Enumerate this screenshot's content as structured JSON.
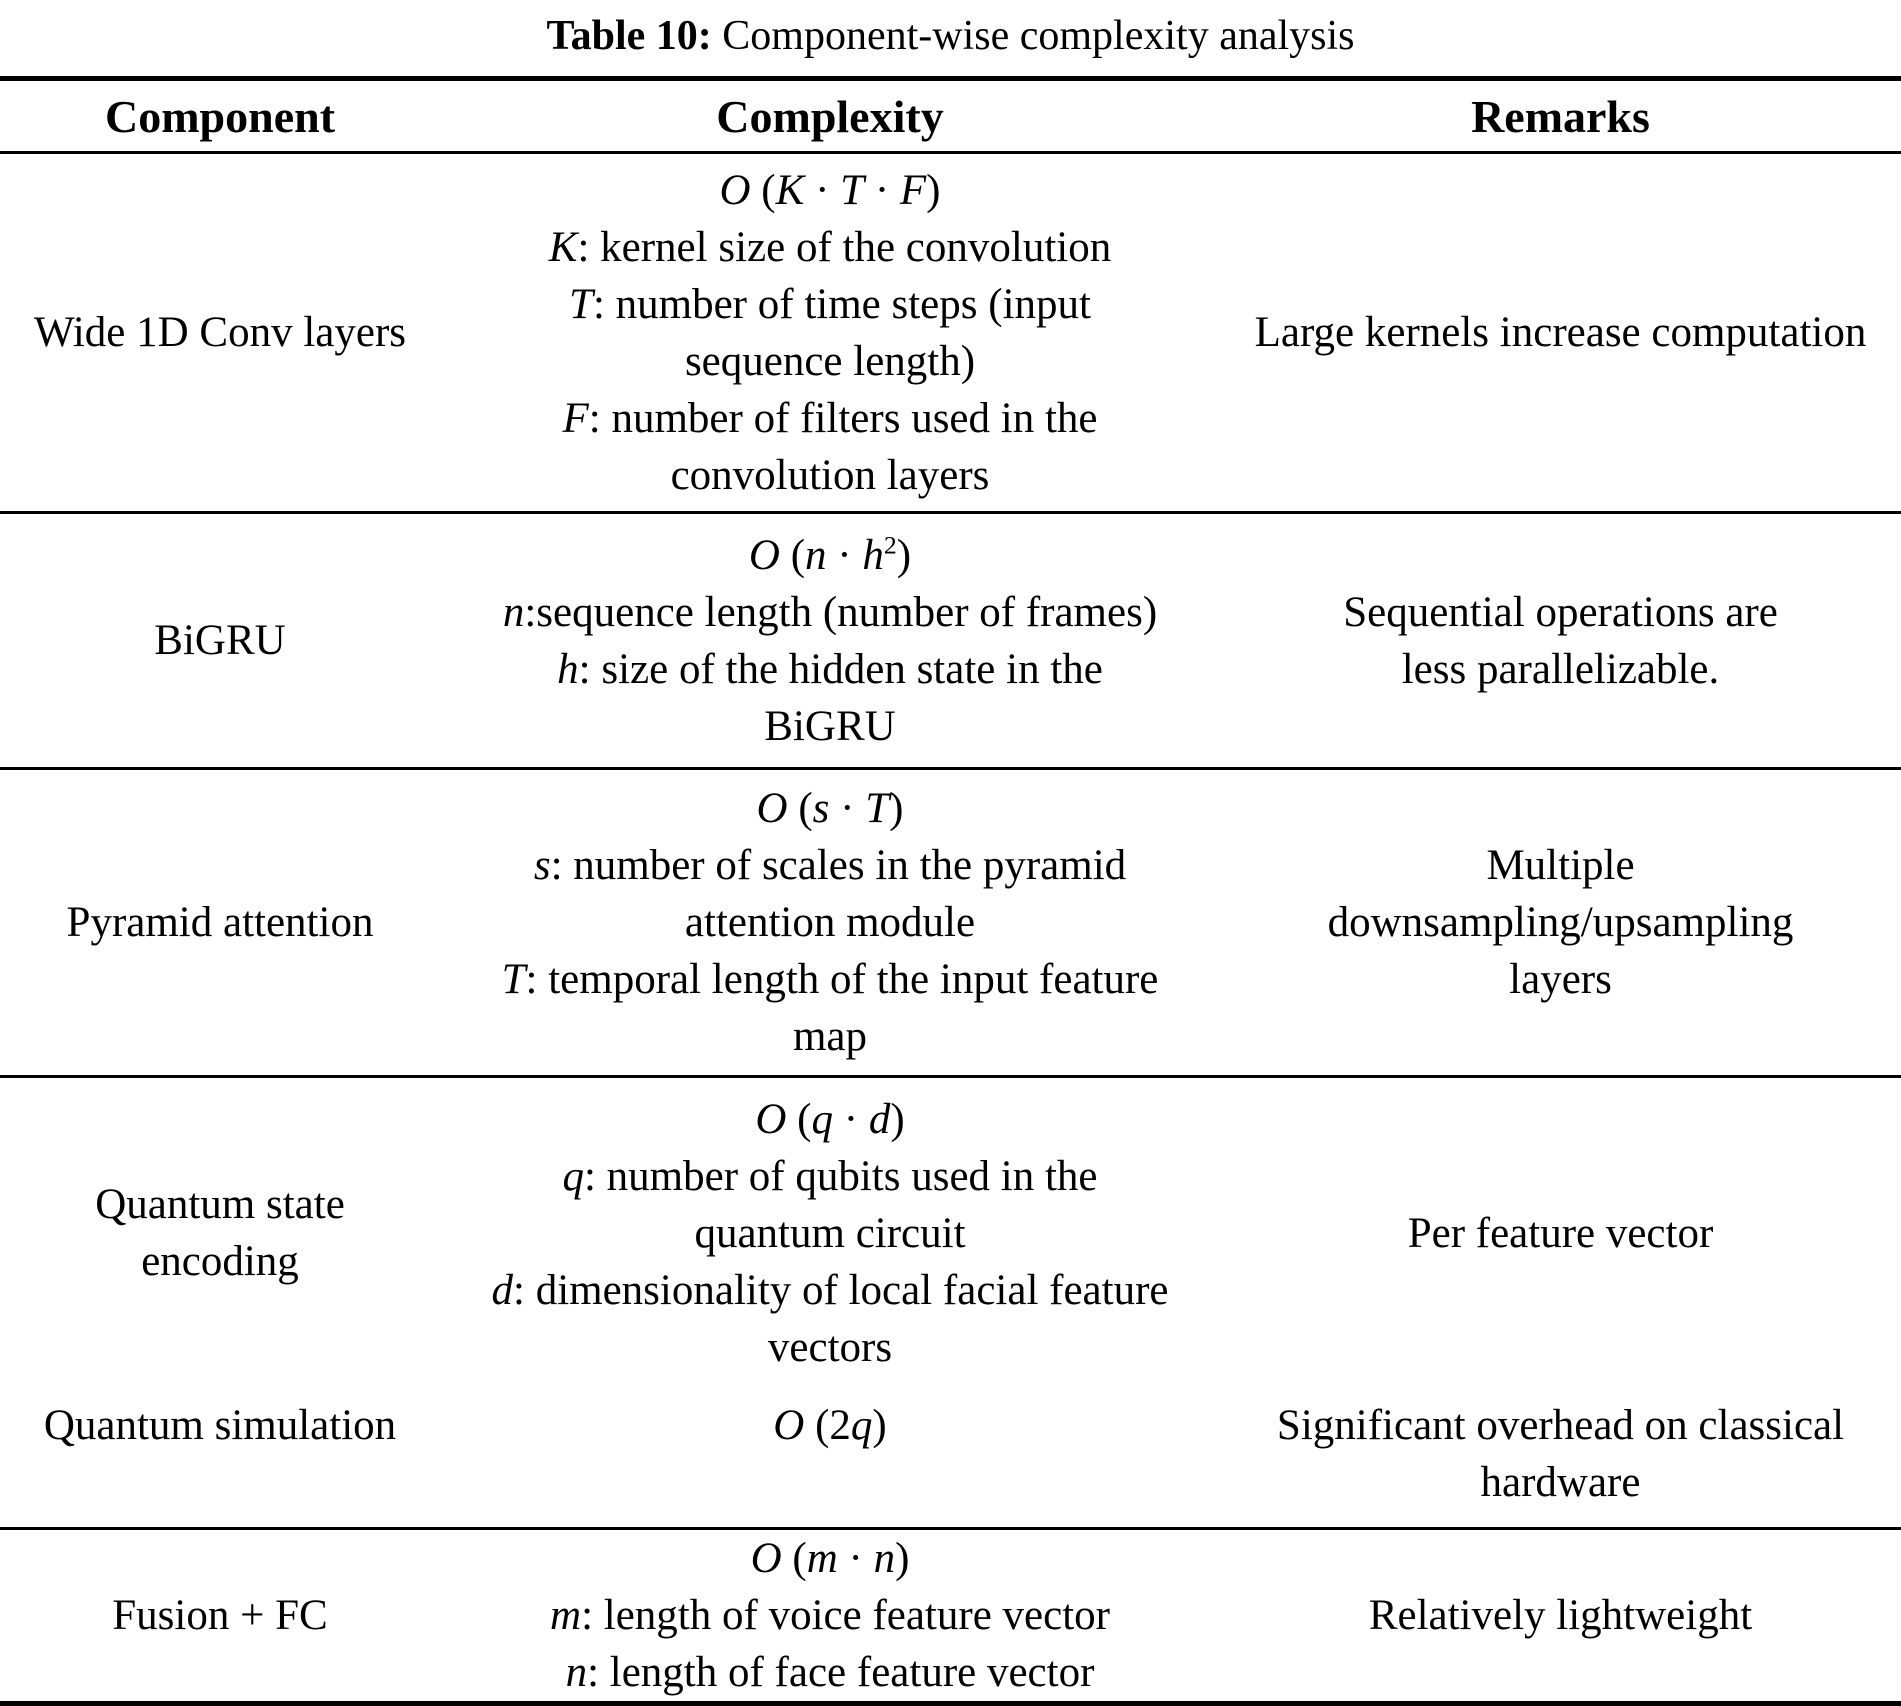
{
  "page": {
    "title_bold": "Table 10:",
    "title_rest": " Component-wise complexity analysis"
  },
  "table": {
    "headers": [
      "Component",
      "Complexity",
      "Remarks"
    ],
    "rows": [
      {
        "component_lines": [
          "Wide 1D Conv layers"
        ],
        "complexity_lines": [
          [
            {
              "t": "O",
              "it": 1
            },
            {
              "t": " ("
            },
            {
              "t": "K",
              "it": 1
            },
            {
              "t": " · "
            },
            {
              "t": "T",
              "it": 1
            },
            {
              "t": " · "
            },
            {
              "t": "F",
              "it": 1
            },
            {
              "t": ")"
            }
          ],
          [
            {
              "t": "K",
              "it": 1
            },
            {
              "t": ": kernel size of the convolution"
            }
          ],
          [
            {
              "t": "T",
              "it": 1
            },
            {
              "t": ": number of time steps (input"
            }
          ],
          [
            {
              "t": "sequence length)"
            }
          ],
          [
            {
              "t": "F",
              "it": 1
            },
            {
              "t": ": number of filters used in the"
            }
          ],
          [
            {
              "t": "convolution layers"
            }
          ]
        ],
        "remark_lines": [
          "Large kernels increase computation"
        ]
      },
      {
        "component_lines": [
          "BiGRU"
        ],
        "complexity_lines": [
          [
            {
              "t": "O",
              "it": 1
            },
            {
              "t": " ("
            },
            {
              "t": "n",
              "it": 1
            },
            {
              "t": " · "
            },
            {
              "t": "h",
              "it": 1
            },
            {
              "t": "2",
              "sup": 1
            },
            {
              "t": ")"
            }
          ],
          [
            {
              "t": "n",
              "it": 1
            },
            {
              "t": ":sequence length (number of frames)"
            }
          ],
          [
            {
              "t": "h",
              "it": 1
            },
            {
              "t": ": size of the hidden state in the"
            }
          ],
          [
            {
              "t": "BiGRU"
            }
          ]
        ],
        "remark_lines": [
          "Sequential operations are",
          "less parallelizable."
        ]
      },
      {
        "component_lines": [
          "Pyramid attention"
        ],
        "complexity_lines": [
          [
            {
              "t": "O",
              "it": 1
            },
            {
              "t": " ("
            },
            {
              "t": "s",
              "it": 1
            },
            {
              "t": " · "
            },
            {
              "t": "T",
              "it": 1
            },
            {
              "t": ")"
            }
          ],
          [
            {
              "t": "s",
              "it": 1
            },
            {
              "t": ": number of scales in the pyramid"
            }
          ],
          [
            {
              "t": "attention module"
            }
          ],
          [
            {
              "t": "T",
              "it": 1
            },
            {
              "t": ": temporal length of the input feature"
            }
          ],
          [
            {
              "t": "map"
            }
          ]
        ],
        "remark_lines": [
          "Multiple",
          "downsampling/upsampling",
          "layers"
        ]
      },
      {
        "component_lines": [
          "Quantum state",
          "encoding"
        ],
        "complexity_lines": [
          [
            {
              "t": "O",
              "it": 1
            },
            {
              "t": " ("
            },
            {
              "t": "q",
              "it": 1
            },
            {
              "t": " · "
            },
            {
              "t": "d",
              "it": 1
            },
            {
              "t": ")"
            }
          ],
          [
            {
              "t": "q",
              "it": 1
            },
            {
              "t": ": number of qubits used in the"
            }
          ],
          [
            {
              "t": "quantum circuit"
            }
          ],
          [
            {
              "t": "d",
              "it": 1
            },
            {
              "t": ": dimensionality of local facial feature"
            }
          ],
          [
            {
              "t": "vectors"
            }
          ]
        ],
        "remark_lines": [
          "Per feature vector"
        ]
      },
      {
        "component_lines": [
          "Quantum simulation"
        ],
        "complexity_lines": [
          [
            {
              "t": "O",
              "it": 1
            },
            {
              "t": " (2"
            },
            {
              "t": "q",
              "it": 1
            },
            {
              "t": ")"
            }
          ]
        ],
        "remark_lines": [
          "Significant overhead on classical",
          "hardware"
        ]
      },
      {
        "component_lines": [
          "Fusion + FC"
        ],
        "complexity_lines": [
          [
            {
              "t": "O",
              "it": 1
            },
            {
              "t": " ("
            },
            {
              "t": "m",
              "it": 1
            },
            {
              "t": " · "
            },
            {
              "t": "n",
              "it": 1
            },
            {
              "t": ")"
            }
          ],
          [
            {
              "t": "m",
              "it": 1
            },
            {
              "t": ": length of voice feature vector"
            }
          ],
          [
            {
              "t": "n",
              "it": 1
            },
            {
              "t": ": length of face feature vector"
            }
          ]
        ],
        "remark_lines": [
          "Relatively lightweight"
        ]
      }
    ]
  }
}
